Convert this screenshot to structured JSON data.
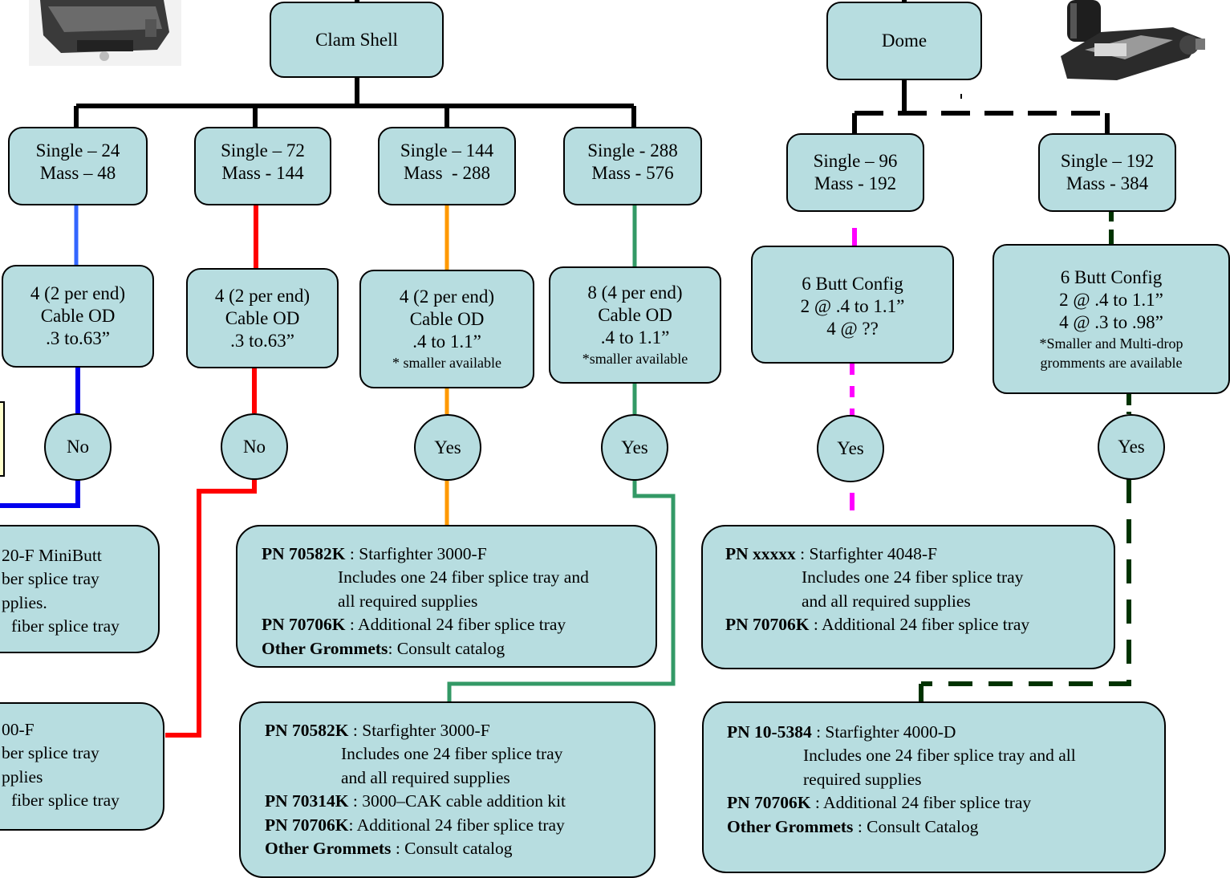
{
  "top": {
    "clamshell": "Clam Shell",
    "dome": "Dome"
  },
  "row1": {
    "s24": {
      "line1": "Single – 24",
      "line2": "Mass – 48"
    },
    "s72": {
      "line1": "Single – 72",
      "line2": "Mass - 144"
    },
    "s144": {
      "line1": "Single – 144",
      "line2": "Mass  - 288"
    },
    "s288": {
      "line1": "Single - 288",
      "line2": "Mass - 576"
    },
    "s96": {
      "line1": "Single – 96",
      "line2": "Mass - 192"
    },
    "s192": {
      "line1": "Single – 192",
      "line2": "Mass - 384"
    }
  },
  "row2": {
    "c24": {
      "l1": "4 (2 per end)",
      "l2": "Cable OD",
      "l3": ".3 to.63”"
    },
    "c72": {
      "l1": "4 (2 per end)",
      "l2": "Cable OD",
      "l3": ".3 to.63”"
    },
    "c144": {
      "l1": "4 (2 per end)",
      "l2": "Cable OD",
      "l3": ".4 to 1.1”",
      "note": "* smaller available"
    },
    "c288": {
      "l1": "8 (4 per end)",
      "l2": "Cable OD",
      "l3": ".4 to 1.1”",
      "note": "*smaller available"
    },
    "c96": {
      "l1": "6 Butt Config",
      "l2": "2 @ .4 to 1.1”",
      "l3": "4 @ ??"
    },
    "c192": {
      "l1": "6 Butt Config",
      "l2": "2 @ .4 to 1.1”",
      "l3": "4 @ .3 to .98”",
      "note1": "*Smaller and Multi-drop",
      "note2": "gromments are available"
    }
  },
  "answers": {
    "a24": "No",
    "a72": "No",
    "a144": "Yes",
    "a288": "Yes",
    "a96": "Yes",
    "a192": "Yes"
  },
  "products": {
    "p_left1": {
      "l1": "20-F MiniButt",
      "l2": "ber splice tray",
      "l3": "pplies.",
      "l4": "fiber splice tray"
    },
    "p_left2": {
      "l1": "00-F",
      "l2": "ber splice tray",
      "l3": "pplies",
      "l4": "fiber splice tray"
    },
    "p144": {
      "pn1": "PN 70582K",
      "t1": " : Starfighter 3000-F",
      "t2": "Includes one 24 fiber splice tray and",
      "t3": "all required supplies",
      "pn2": "PN 70706K",
      "t4": " : Additional 24 fiber splice tray",
      "pn3": "Other Grommets",
      "t5": ": Consult catalog"
    },
    "p288": {
      "pn1": "PN 70582K",
      "t1": " : Starfighter 3000-F",
      "t2": "Includes one 24 fiber splice tray",
      "t3": "and all required supplies",
      "pn2": "PN 70314K",
      "t4": " : 3000–CAK cable addition kit",
      "pn3": "PN 70706K",
      "t5": ": Additional 24 fiber splice tray",
      "pn4": "Other Grommets",
      "t6": " : Consult catalog"
    },
    "p96": {
      "pn1": "PN xxxxx",
      "t1": " : Starfighter 4048-F",
      "t2": "Includes one 24 fiber splice tray",
      "t3": "and all required supplies",
      "pn2": "PN 70706K",
      "t4": " : Additional 24 fiber splice tray"
    },
    "p192": {
      "pn1": "PN 10-5384",
      "t1": " : Starfighter 4000-D",
      "t2": "Includes one 24 fiber splice tray and all",
      "t3": "required supplies",
      "pn2": "PN 70706K",
      "t4": " : Additional 24 fiber splice tray",
      "pn3": "Other Grommets",
      "t5": " : Consult Catalog"
    }
  },
  "colors": {
    "box_fill": "#b7dde0",
    "blue": "#3366ff",
    "dark_blue": "#0000ee",
    "red": "#ff0000",
    "orange": "#ff9900",
    "green": "#339966",
    "magenta": "#ff00ff",
    "dark_green": "#003300"
  },
  "icons": {
    "clamshell_photo": "clamshell-closure-image",
    "dome_photo": "dome-closure-image"
  }
}
